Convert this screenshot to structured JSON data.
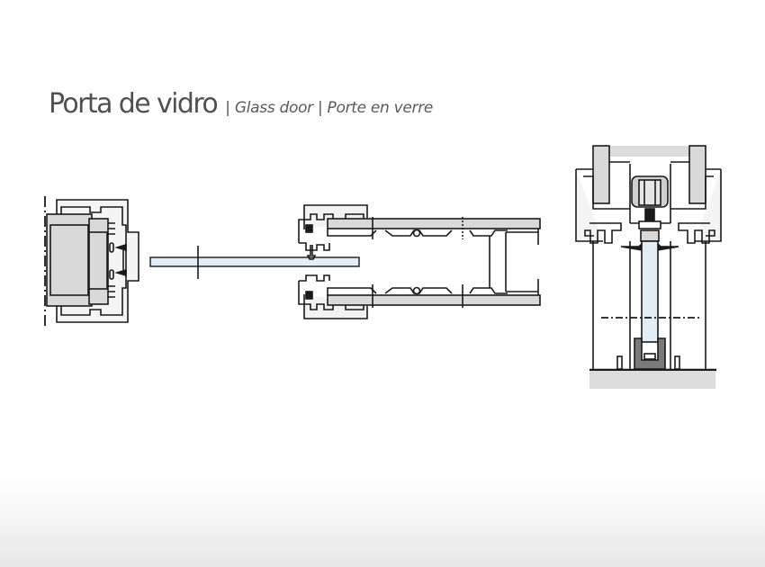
{
  "title": {
    "main": "Porta de vidro",
    "separator_1": "|",
    "english": "Glass door",
    "separator_2": "|",
    "french": "Porte en verre"
  },
  "drawings": [
    {
      "id": "jamb-section",
      "description": "Horizontal section of side jamb profile"
    },
    {
      "id": "glass-leaf-section",
      "description": "Horizontal section of glass door leaf closing against frame"
    },
    {
      "id": "vertical-section",
      "description": "Vertical section of sliding glass door with top track and floor guide"
    }
  ],
  "colors": {
    "line": "#1a1a1a",
    "profile_fill": "#d9d9d9",
    "glass_fill": "#e3edf5",
    "floor_fill": "#dcdcdc",
    "guide_fill": "#7a7a7a",
    "title": "#505050"
  }
}
